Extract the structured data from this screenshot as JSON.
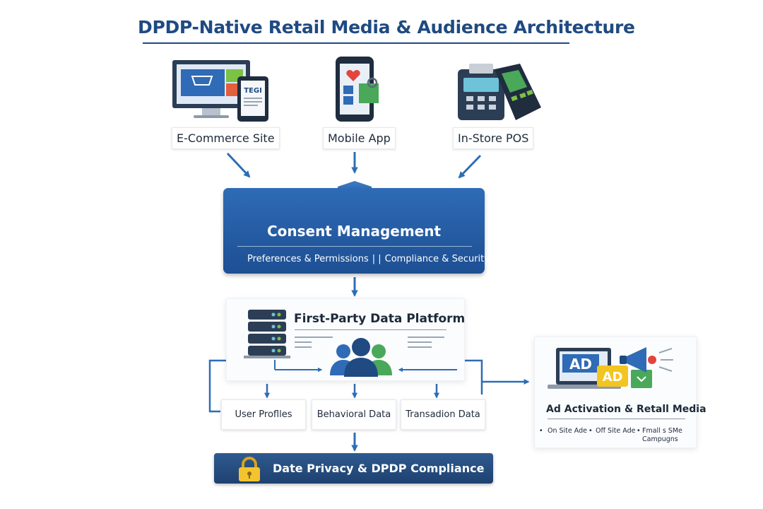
{
  "title": "DPDP-Native Retail Media & Audience Architecture",
  "sources": [
    {
      "label": "E-Commerce Site",
      "icon": "desktop-tablet-icon",
      "screen_text": "TEGI"
    },
    {
      "label": "Mobile App",
      "icon": "mobile-phone-icon"
    },
    {
      "label": "In-Store POS",
      "icon": "pos-terminal-icon"
    }
  ],
  "consent": {
    "title": "Consent Management",
    "sub_left": "Preferences & Permissions",
    "sub_sep": "| |",
    "sub_right": "Compliance & Security",
    "icon": "shield-check-icon"
  },
  "platform": {
    "title": "First-Party Data Platform",
    "icons": [
      "server-stack-icon",
      "users-group-icon"
    ]
  },
  "categories": [
    "User Proflles",
    "Behavioral Data",
    "Transadion Data"
  ],
  "privacy": {
    "label": "Date Privacy & DPDP Compliance",
    "icon": "padlock-icon"
  },
  "activation": {
    "title": "Ad Activation & Retall Media",
    "bullets": [
      "On Site Ade",
      "Off Site Ade",
      "Fmall s SMe",
      "Campugns"
    ],
    "ad_text": "AD",
    "icons": [
      "laptop-ad-icon",
      "megaphone-icon"
    ]
  },
  "colors": {
    "primary": "#1f4a82",
    "consent_blue": "#2a63ab",
    "arrow": "#2d6db5",
    "check_green": "#7cc245",
    "ad_yellow": "#f3c521",
    "lock_yellow": "#f4c430",
    "people_green": "#4aa85a"
  }
}
